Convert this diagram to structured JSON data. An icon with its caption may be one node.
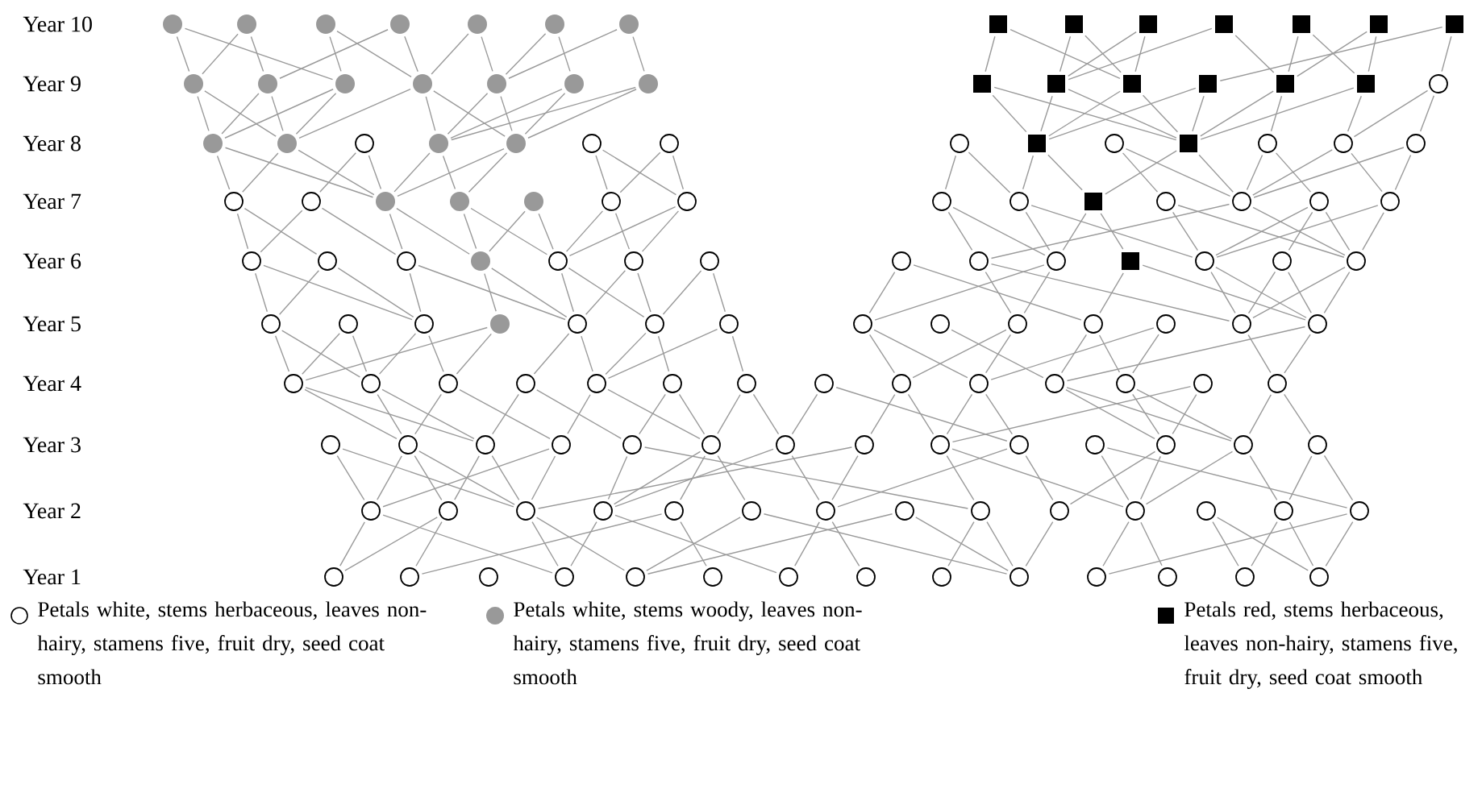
{
  "diagram": {
    "nodes": [
      {
        "text": [],
        "shape": "circle"
      },
      {
        "text": [],
        "shape": "circle"
      },
      {
        "text": [],
        "shape": "circle"
      },
      {
        "text": [],
        "shape": "circle"
      },
      {
        "text": [],
        "shape": "circle"
      },
      {
        "text": [],
        "shape": "circle"
      },
      {
        "text": [],
        "shape": "circle"
      },
      {
        "text": [],
        "shape": "box"
      },
      {
        "text": [],
        "shape": "box"
      },
      {
        "text": [],
        "shape": "box"
      },
      {
        "text": [],
        "shape": "box"
      },
      {
        "text": [],
        "shape": "box"
      },
      {
        "text": [],
        "shape": "box"
      },
      {
        "text": [],
        "shape": "box"
      },
      {
        "text": [],
        "shape": "circle"
      },
      {
        "text": [],
        "shape": "circle"
      },
      {
        "text": [],
        "shape": "circle"
      },
      {
        "text": [],
        "shape": "circle"
      },
      {
        "text": [],
        "shape": "circle"
      },
      {
        "text": [],
        "shape": "circle"
      },
      {
        "text": [],
        "shape": "circle"
      },
      {
        "text": [],
        "shape": "box"
      },
      {
        "text": [],
        "shape": "box"
      },
      {
        "text": [],
        "shape": "box"
      },
      {
        "text": [],
        "shape": "box"
      },
      {
        "text": [],
        "shape": "box"
      },
      {
        "text": [],
        "shape": "box"
      },
      {
        "text": [],
        "shape": "circle"
      },
      {
        "text": [],
        "shape": "circle"
      },
      {
        "text": [],
        "shape": "circle"
      },
      {
        "text": [],
        "shape": "circle"
      },
      {
        "text": [],
        "shape": "circle"
      },
      {
        "text": [],
        "shape": "circle"
      },
      {
        "text": [],
        "shape": "circle"
      },
      {
        "text": [],
        "shape": "circle"
      },
      {
        "text": [],
        "shape": "circle"
      },
      {
        "text": [],
        "shape": "box"
      },
      {
        "text": [],
        "shape": "circle"
      },
      {
        "text": [],
        "shape": "box"
      },
      {
        "text": [],
        "shape": "circle"
      },
      {
        "text": [],
        "shape": "circle"
      },
      {
        "text": [],
        "shape": "circle"
      },
      {
        "text": [],
        "shape": "circle"
      },
      {
        "text": [],
        "shape": "circle"
      },
      {
        "text": [],
        "shape": "circle"
      },
      {
        "text": [],
        "shape": "circle"
      },
      {
        "text": [],
        "shape": "circle"
      },
      {
        "text": [],
        "shape": "circle"
      },
      {
        "text": [],
        "shape": "circle"
      },
      {
        "text": [],
        "shape": "circle"
      },
      {
        "text": [],
        "shape": "circle"
      },
      {
        "text": [],
        "shape": "box"
      },
      {
        "text": [],
        "shape": "circle"
      },
      {
        "text": [],
        "shape": "circle"
      },
      {
        "text": [],
        "shape": "circle"
      },
      {
        "text": [],
        "shape": "circle"
      },
      {
        "text": [],
        "shape": "circle"
      },
      {
        "text": [],
        "shape": "circle"
      },
      {
        "text": [],
        "shape": "circle"
      },
      {
        "text": [],
        "shape": "circle"
      },
      {
        "text": [],
        "shape": "circle"
      },
      {
        "text": [],
        "shape": "circle"
      },
      {
        "text": [],
        "shape": "circle"
      },
      {
        "text": [],
        "shape": "circle"
      },
      {
        "text": [],
        "shape": "circle"
      },
      {
        "text": [],
        "shape": "circle"
      },
      {
        "text": [],
        "shape": "box"
      },
      {
        "text": [],
        "shape": "circle"
      },
      {
        "text": [],
        "shape": "circle"
      },
      {
        "text": [],
        "shape": "circle"
      },
      {
        "text": [],
        "shape": "circle"
      },
      {
        "text": [],
        "shape": "circle"
      },
      {
        "text": [],
        "shape": "circle"
      },
      {
        "text": [],
        "shape": "circle"
      },
      {
        "text": [],
        "shape": "circle"
      },
      {
        "text": [],
        "shape": "circle"
      },
      {
        "text": [],
        "shape": "circle"
      },
      {
        "text": [],
        "shape": "circle"
      },
      {
        "text": [],
        "shape": "circle"
      },
      {
        "text": [],
        "shape": "circle"
      },
      {
        "text": [],
        "shape": "circle"
      },
      {
        "text": [],
        "shape": "circle"
      },
      {
        "text": [],
        "shape": "circle"
      },
      {
        "text": [],
        "shape": "circle"
      },
      {
        "text": [],
        "shape": "circle"
      },
      {
        "text": [],
        "shape": "circle"
      },
      {
        "text": [],
        "shape": "circle"
      },
      {
        "text": [],
        "shape": "circle"
      },
      {
        "text": [],
        "shape": "circle"
      },
      {
        "text": [],
        "shape": "circle"
      },
      {
        "text": [],
        "shape": "circle"
      },
      {
        "text": [],
        "shape": "circle"
      },
      {
        "text": [],
        "shape": "circle"
      },
      {
        "text": [],
        "shape": "circle"
      },
      {
        "text": [],
        "shape": "circle"
      },
      {
        "text": [],
        "shape": "circle"
      },
      {
        "text": [],
        "shape": "circle"
      },
      {
        "text": [],
        "shape": "circle"
      },
      {
        "text": [],
        "shape": "circle"
      },
      {
        "text": [],
        "shape": "circle"
      },
      {
        "text": [],
        "shape": "circle"
      },
      {
        "text": [],
        "shape": "circle"
      },
      {
        "text": [],
        "shape": "circle"
      },
      {
        "text": [],
        "shape": "circle"
      },
      {
        "text": [],
        "shape": "circle"
      },
      {
        "text": [],
        "shape": "circle"
      },
      {
        "text": [],
        "shape": "circle"
      },
      {
        "text": [],
        "shape": "circle"
      },
      {
        "text": [],
        "shape": "circle"
      },
      {
        "text": [],
        "shape": "circle"
      },
      {
        "text": [],
        "shape": "circle"
      },
      {
        "text": [],
        "shape": "circle"
      },
      {
        "text": [],
        "shape": "circle"
      },
      {
        "text": [],
        "shape": "circle"
      },
      {
        "text": [],
        "shape": "circle"
      },
      {
        "text": [],
        "shape": "circle"
      },
      {
        "text": [],
        "shape": "circle"
      },
      {
        "text": [],
        "shape": "circle"
      },
      {
        "text": [],
        "shape": "circle"
      },
      {
        "text": [],
        "shape": "circle"
      },
      {
        "text": [],
        "shape": "circle"
      },
      {
        "text": [],
        "shape": "circle"
      },
      {
        "text": [],
        "shape": "circle"
      },
      {
        "text": [],
        "shape": "circle"
      },
      {
        "text": [],
        "shape": "circle"
      },
      {
        "text": [],
        "shape": "circle"
      },
      {
        "text": [],
        "shape": "circle"
      },
      {
        "text": [],
        "shape": "circle"
      },
      {
        "text": [],
        "shape": "circle"
      },
      {
        "text": [],
        "shape": "circle"
      },
      {
        "text": [],
        "shape": "circle"
      },
      {
        "text": [],
        "shape": "circle"
      },
      {
        "text": [],
        "shape": "circle"
      },
      {
        "text": [],
        "shape": "circle"
      },
      {
        "text": [],
        "shape": "circle"
      },
      {
        "text": [],
        "shape": "circle"
      },
      {
        "text": [],
        "shape": "circle"
      },
      {
        "text": [],
        "shape": "circle"
      },
      {
        "text": [],
        "shape": "circle"
      },
      {
        "text": [],
        "shape": "circle"
      }
    ],
    "edges": [
      {
        "from": 0,
        "to": 14,
        "arrow": "none"
      },
      {
        "from": 0,
        "to": 16,
        "arrow": "none"
      },
      {
        "from": 1,
        "to": 14,
        "arrow": "none"
      },
      {
        "from": 1,
        "to": 15,
        "arrow": "none"
      },
      {
        "from": 2,
        "to": 16,
        "arrow": "none"
      },
      {
        "from": 2,
        "to": 17,
        "arrow": "none"
      },
      {
        "from": 3,
        "to": 15,
        "arrow": "none"
      },
      {
        "from": 3,
        "to": 17,
        "arrow": "none"
      },
      {
        "from": 4,
        "to": 17,
        "arrow": "none"
      },
      {
        "from": 4,
        "to": 18,
        "arrow": "none"
      },
      {
        "from": 5,
        "to": 18,
        "arrow": "none"
      },
      {
        "from": 5,
        "to": 19,
        "arrow": "none"
      },
      {
        "from": 6,
        "to": 18,
        "arrow": "none"
      },
      {
        "from": 6,
        "to": 20,
        "arrow": "none"
      },
      {
        "from": 7,
        "to": 21,
        "arrow": "none"
      },
      {
        "from": 7,
        "to": 23,
        "arrow": "none"
      },
      {
        "from": 8,
        "to": 22,
        "arrow": "none"
      },
      {
        "from": 8,
        "to": 23,
        "arrow": "none"
      },
      {
        "from": 9,
        "to": 22,
        "arrow": "none"
      },
      {
        "from": 9,
        "to": 23,
        "arrow": "none"
      },
      {
        "from": 10,
        "to": 22,
        "arrow": "none"
      },
      {
        "from": 10,
        "to": 25,
        "arrow": "none"
      },
      {
        "from": 11,
        "to": 25,
        "arrow": "none"
      },
      {
        "from": 11,
        "to": 26,
        "arrow": "none"
      },
      {
        "from": 12,
        "to": 25,
        "arrow": "none"
      },
      {
        "from": 12,
        "to": 26,
        "arrow": "none"
      },
      {
        "from": 13,
        "to": 24,
        "arrow": "none"
      },
      {
        "from": 13,
        "to": 27,
        "arrow": "none"
      },
      {
        "from": 14,
        "to": 28,
        "arrow": "none"
      },
      {
        "from": 14,
        "to": 29,
        "arrow": "none"
      },
      {
        "from": 15,
        "to": 28,
        "arrow": "none"
      },
      {
        "from": 15,
        "to": 29,
        "arrow": "none"
      },
      {
        "from": 16,
        "to": 29,
        "arrow": "none"
      },
      {
        "from": 16,
        "to": 28,
        "arrow": "none"
      },
      {
        "from": 17,
        "to": 29,
        "arrow": "none"
      },
      {
        "from": 17,
        "to": 31,
        "arrow": "none"
      },
      {
        "from": 17,
        "to": 32,
        "arrow": "none"
      },
      {
        "from": 18,
        "to": 31,
        "arrow": "none"
      },
      {
        "from": 18,
        "to": 32,
        "arrow": "none"
      },
      {
        "from": 19,
        "to": 31,
        "arrow": "none"
      },
      {
        "from": 19,
        "to": 32,
        "arrow": "none"
      },
      {
        "from": 20,
        "to": 31,
        "arrow": "none"
      },
      {
        "from": 20,
        "to": 32,
        "arrow": "none"
      },
      {
        "from": 21,
        "to": 36,
        "arrow": "none"
      },
      {
        "from": 21,
        "to": 38,
        "arrow": "none"
      },
      {
        "from": 22,
        "to": 36,
        "arrow": "none"
      },
      {
        "from": 22,
        "to": 38,
        "arrow": "none"
      },
      {
        "from": 23,
        "to": 36,
        "arrow": "none"
      },
      {
        "from": 23,
        "to": 38,
        "arrow": "none"
      },
      {
        "from": 24,
        "to": 36,
        "arrow": "none"
      },
      {
        "from": 24,
        "to": 38,
        "arrow": "none"
      },
      {
        "from": 25,
        "to": 39,
        "arrow": "none"
      },
      {
        "from": 25,
        "to": 38,
        "arrow": "none"
      },
      {
        "from": 26,
        "to": 38,
        "arrow": "none"
      },
      {
        "from": 26,
        "to": 40,
        "arrow": "none"
      },
      {
        "from": 27,
        "to": 40,
        "arrow": "none"
      },
      {
        "from": 27,
        "to": 41,
        "arrow": "none"
      },
      {
        "from": 28,
        "to": 42,
        "arrow": "none"
      },
      {
        "from": 28,
        "to": 44,
        "arrow": "none"
      },
      {
        "from": 29,
        "to": 42,
        "arrow": "none"
      },
      {
        "from": 29,
        "to": 44,
        "arrow": "none"
      },
      {
        "from": 30,
        "to": 43,
        "arrow": "none"
      },
      {
        "from": 30,
        "to": 44,
        "arrow": "none"
      },
      {
        "from": 31,
        "to": 44,
        "arrow": "none"
      },
      {
        "from": 31,
        "to": 45,
        "arrow": "none"
      },
      {
        "from": 32,
        "to": 44,
        "arrow": "none"
      },
      {
        "from": 32,
        "to": 45,
        "arrow": "none"
      },
      {
        "from": 33,
        "to": 47,
        "arrow": "none"
      },
      {
        "from": 33,
        "to": 48,
        "arrow": "none"
      },
      {
        "from": 34,
        "to": 47,
        "arrow": "none"
      },
      {
        "from": 34,
        "to": 48,
        "arrow": "none"
      },
      {
        "from": 35,
        "to": 49,
        "arrow": "none"
      },
      {
        "from": 35,
        "to": 50,
        "arrow": "none"
      },
      {
        "from": 36,
        "to": 50,
        "arrow": "none"
      },
      {
        "from": 36,
        "to": 51,
        "arrow": "none"
      },
      {
        "from": 37,
        "to": 53,
        "arrow": "none"
      },
      {
        "from": 37,
        "to": 52,
        "arrow": "none"
      },
      {
        "from": 38,
        "to": 51,
        "arrow": "none"
      },
      {
        "from": 38,
        "to": 53,
        "arrow": "none"
      },
      {
        "from": 39,
        "to": 53,
        "arrow": "none"
      },
      {
        "from": 39,
        "to": 54,
        "arrow": "none"
      },
      {
        "from": 40,
        "to": 53,
        "arrow": "none"
      },
      {
        "from": 40,
        "to": 55,
        "arrow": "none"
      },
      {
        "from": 41,
        "to": 53,
        "arrow": "none"
      },
      {
        "from": 41,
        "to": 55,
        "arrow": "none"
      },
      {
        "from": 42,
        "to": 56,
        "arrow": "none"
      },
      {
        "from": 42,
        "to": 57,
        "arrow": "none"
      },
      {
        "from": 43,
        "to": 56,
        "arrow": "none"
      },
      {
        "from": 43,
        "to": 58,
        "arrow": "none"
      },
      {
        "from": 44,
        "to": 58,
        "arrow": "none"
      },
      {
        "from": 44,
        "to": 59,
        "arrow": "none"
      },
      {
        "from": 45,
        "to": 59,
        "arrow": "none"
      },
      {
        "from": 45,
        "to": 60,
        "arrow": "none"
      },
      {
        "from": 46,
        "to": 59,
        "arrow": "none"
      },
      {
        "from": 46,
        "to": 60,
        "arrow": "none"
      },
      {
        "from": 47,
        "to": 60,
        "arrow": "none"
      },
      {
        "from": 47,
        "to": 61,
        "arrow": "none"
      },
      {
        "from": 48,
        "to": 60,
        "arrow": "none"
      },
      {
        "from": 48,
        "to": 61,
        "arrow": "none"
      },
      {
        "from": 49,
        "to": 64,
        "arrow": "none"
      },
      {
        "from": 49,
        "to": 65,
        "arrow": "none"
      },
      {
        "from": 50,
        "to": 65,
        "arrow": "none"
      },
      {
        "from": 50,
        "to": 67,
        "arrow": "none"
      },
      {
        "from": 51,
        "to": 65,
        "arrow": "none"
      },
      {
        "from": 51,
        "to": 66,
        "arrow": "none"
      },
      {
        "from": 52,
        "to": 67,
        "arrow": "none"
      },
      {
        "from": 52,
        "to": 69,
        "arrow": "none"
      },
      {
        "from": 53,
        "to": 64,
        "arrow": "none"
      },
      {
        "from": 53,
        "to": 69,
        "arrow": "none"
      },
      {
        "from": 54,
        "to": 67,
        "arrow": "none"
      },
      {
        "from": 54,
        "to": 68,
        "arrow": "none"
      },
      {
        "from": 54,
        "to": 69,
        "arrow": "none"
      },
      {
        "from": 55,
        "to": 69,
        "arrow": "none"
      },
      {
        "from": 55,
        "to": 67,
        "arrow": "none"
      },
      {
        "from": 56,
        "to": 70,
        "arrow": "none"
      },
      {
        "from": 56,
        "to": 72,
        "arrow": "none"
      },
      {
        "from": 57,
        "to": 70,
        "arrow": "none"
      },
      {
        "from": 57,
        "to": 72,
        "arrow": "none"
      },
      {
        "from": 58,
        "to": 72,
        "arrow": "none"
      },
      {
        "from": 58,
        "to": 74,
        "arrow": "none"
      },
      {
        "from": 59,
        "to": 73,
        "arrow": "none"
      },
      {
        "from": 59,
        "to": 74,
        "arrow": "none"
      },
      {
        "from": 60,
        "to": 74,
        "arrow": "none"
      },
      {
        "from": 60,
        "to": 75,
        "arrow": "none"
      },
      {
        "from": 61,
        "to": 74,
        "arrow": "none"
      },
      {
        "from": 61,
        "to": 75,
        "arrow": "none"
      },
      {
        "from": 62,
        "to": 75,
        "arrow": "none"
      },
      {
        "from": 62,
        "to": 76,
        "arrow": "none"
      },
      {
        "from": 63,
        "to": 77,
        "arrow": "none"
      },
      {
        "from": 63,
        "to": 80,
        "arrow": "none"
      },
      {
        "from": 64,
        "to": 82,
        "arrow": "none"
      },
      {
        "from": 64,
        "to": 79,
        "arrow": "none"
      },
      {
        "from": 65,
        "to": 77,
        "arrow": "none"
      },
      {
        "from": 65,
        "to": 79,
        "arrow": "none"
      },
      {
        "from": 66,
        "to": 80,
        "arrow": "none"
      },
      {
        "from": 66,
        "to": 83,
        "arrow": "none"
      },
      {
        "from": 67,
        "to": 82,
        "arrow": "none"
      },
      {
        "from": 67,
        "to": 83,
        "arrow": "none"
      },
      {
        "from": 68,
        "to": 82,
        "arrow": "none"
      },
      {
        "from": 68,
        "to": 83,
        "arrow": "none"
      },
      {
        "from": 69,
        "to": 82,
        "arrow": "none"
      },
      {
        "from": 69,
        "to": 83,
        "arrow": "none"
      },
      {
        "from": 70,
        "to": 84,
        "arrow": "none"
      },
      {
        "from": 70,
        "to": 85,
        "arrow": "none"
      },
      {
        "from": 71,
        "to": 84,
        "arrow": "none"
      },
      {
        "from": 71,
        "to": 85,
        "arrow": "none"
      },
      {
        "from": 72,
        "to": 85,
        "arrow": "none"
      },
      {
        "from": 72,
        "to": 86,
        "arrow": "none"
      },
      {
        "from": 73,
        "to": 84,
        "arrow": "none"
      },
      {
        "from": 73,
        "to": 86,
        "arrow": "none"
      },
      {
        "from": 74,
        "to": 87,
        "arrow": "none"
      },
      {
        "from": 74,
        "to": 88,
        "arrow": "none"
      },
      {
        "from": 75,
        "to": 88,
        "arrow": "none"
      },
      {
        "from": 75,
        "to": 89,
        "arrow": "none"
      },
      {
        "from": 76,
        "to": 88,
        "arrow": "none"
      },
      {
        "from": 76,
        "to": 90,
        "arrow": "none"
      },
      {
        "from": 77,
        "to": 92,
        "arrow": "none"
      },
      {
        "from": 77,
        "to": 93,
        "arrow": "none"
      },
      {
        "from": 78,
        "to": 94,
        "arrow": "none"
      },
      {
        "from": 79,
        "to": 92,
        "arrow": "none"
      },
      {
        "from": 79,
        "to": 93,
        "arrow": "none"
      },
      {
        "from": 80,
        "to": 94,
        "arrow": "none"
      },
      {
        "from": 80,
        "to": 95,
        "arrow": "none"
      },
      {
        "from": 81,
        "to": 93,
        "arrow": "none"
      },
      {
        "from": 81,
        "to": 95,
        "arrow": "none"
      },
      {
        "from": 82,
        "to": 97,
        "arrow": "none"
      },
      {
        "from": 83,
        "to": 94,
        "arrow": "none"
      },
      {
        "from": 83,
        "to": 97,
        "arrow": "none"
      },
      {
        "from": 84,
        "to": 99,
        "arrow": "none"
      },
      {
        "from": 84,
        "to": 100,
        "arrow": "none"
      },
      {
        "from": 85,
        "to": 99,
        "arrow": "none"
      },
      {
        "from": 85,
        "to": 100,
        "arrow": "none"
      },
      {
        "from": 86,
        "to": 99,
        "arrow": "none"
      },
      {
        "from": 86,
        "to": 101,
        "arrow": "none"
      },
      {
        "from": 87,
        "to": 100,
        "arrow": "none"
      },
      {
        "from": 87,
        "to": 102,
        "arrow": "none"
      },
      {
        "from": 88,
        "to": 101,
        "arrow": "none"
      },
      {
        "from": 88,
        "to": 103,
        "arrow": "none"
      },
      {
        "from": 89,
        "to": 102,
        "arrow": "none"
      },
      {
        "from": 89,
        "to": 103,
        "arrow": "none"
      },
      {
        "from": 90,
        "to": 103,
        "arrow": "none"
      },
      {
        "from": 90,
        "to": 104,
        "arrow": "none"
      },
      {
        "from": 91,
        "to": 104,
        "arrow": "none"
      },
      {
        "from": 91,
        "to": 107,
        "arrow": "none"
      },
      {
        "from": 92,
        "to": 105,
        "arrow": "none"
      },
      {
        "from": 92,
        "to": 106,
        "arrow": "none"
      },
      {
        "from": 93,
        "to": 106,
        "arrow": "none"
      },
      {
        "from": 93,
        "to": 107,
        "arrow": "none"
      },
      {
        "from": 94,
        "to": 109,
        "arrow": "none"
      },
      {
        "from": 94,
        "to": 110,
        "arrow": "none"
      },
      {
        "from": 95,
        "to": 109,
        "arrow": "none"
      },
      {
        "from": 95,
        "to": 110,
        "arrow": "none"
      },
      {
        "from": 96,
        "to": 106,
        "arrow": "none"
      },
      {
        "from": 96,
        "to": 109,
        "arrow": "none"
      },
      {
        "from": 97,
        "to": 110,
        "arrow": "none"
      },
      {
        "from": 97,
        "to": 111,
        "arrow": "none"
      },
      {
        "from": 98,
        "to": 112,
        "arrow": "none"
      },
      {
        "from": 98,
        "to": 114,
        "arrow": "none"
      },
      {
        "from": 99,
        "to": 112,
        "arrow": "none"
      },
      {
        "from": 99,
        "to": 113,
        "arrow": "none"
      },
      {
        "from": 99,
        "to": 114,
        "arrow": "none"
      },
      {
        "from": 100,
        "to": 113,
        "arrow": "none"
      },
      {
        "from": 100,
        "to": 114,
        "arrow": "none"
      },
      {
        "from": 101,
        "to": 112,
        "arrow": "none"
      },
      {
        "from": 101,
        "to": 114,
        "arrow": "none"
      },
      {
        "from": 102,
        "to": 115,
        "arrow": "none"
      },
      {
        "from": 102,
        "to": 120,
        "arrow": "none"
      },
      {
        "from": 103,
        "to": 115,
        "arrow": "none"
      },
      {
        "from": 103,
        "to": 116,
        "arrow": "none"
      },
      {
        "from": 103,
        "to": 117,
        "arrow": "none"
      },
      {
        "from": 104,
        "to": 115,
        "arrow": "none"
      },
      {
        "from": 104,
        "to": 118,
        "arrow": "none"
      },
      {
        "from": 105,
        "to": 114,
        "arrow": "none"
      },
      {
        "from": 105,
        "to": 118,
        "arrow": "none"
      },
      {
        "from": 106,
        "to": 120,
        "arrow": "none"
      },
      {
        "from": 106,
        "to": 122,
        "arrow": "none"
      },
      {
        "from": 107,
        "to": 118,
        "arrow": "none"
      },
      {
        "from": 107,
        "to": 121,
        "arrow": "none"
      },
      {
        "from": 108,
        "to": 122,
        "arrow": "none"
      },
      {
        "from": 108,
        "to": 125,
        "arrow": "none"
      },
      {
        "from": 109,
        "to": 121,
        "arrow": "none"
      },
      {
        "from": 109,
        "to": 122,
        "arrow": "none"
      },
      {
        "from": 110,
        "to": 122,
        "arrow": "none"
      },
      {
        "from": 110,
        "to": 124,
        "arrow": "none"
      },
      {
        "from": 111,
        "to": 124,
        "arrow": "none"
      },
      {
        "from": 111,
        "to": 125,
        "arrow": "none"
      },
      {
        "from": 112,
        "to": 126,
        "arrow": "none"
      },
      {
        "from": 112,
        "to": 129,
        "arrow": "none"
      },
      {
        "from": 113,
        "to": 126,
        "arrow": "none"
      },
      {
        "from": 113,
        "to": 127,
        "arrow": "none"
      },
      {
        "from": 114,
        "to": 129,
        "arrow": "none"
      },
      {
        "from": 114,
        "to": 130,
        "arrow": "none"
      },
      {
        "from": 115,
        "to": 129,
        "arrow": "none"
      },
      {
        "from": 115,
        "to": 132,
        "arrow": "none"
      },
      {
        "from": 116,
        "to": 127,
        "arrow": "none"
      },
      {
        "from": 116,
        "to": 131,
        "arrow": "none"
      },
      {
        "from": 117,
        "to": 130,
        "arrow": "none"
      },
      {
        "from": 117,
        "to": 135,
        "arrow": "none"
      },
      {
        "from": 118,
        "to": 132,
        "arrow": "none"
      },
      {
        "from": 118,
        "to": 133,
        "arrow": "none"
      },
      {
        "from": 119,
        "to": 130,
        "arrow": "none"
      },
      {
        "from": 119,
        "to": 135,
        "arrow": "none"
      },
      {
        "from": 120,
        "to": 134,
        "arrow": "none"
      },
      {
        "from": 120,
        "to": 135,
        "arrow": "none"
      },
      {
        "from": 121,
        "to": 135,
        "arrow": "none"
      },
      {
        "from": 122,
        "to": 136,
        "arrow": "none"
      },
      {
        "from": 122,
        "to": 137,
        "arrow": "none"
      },
      {
        "from": 123,
        "to": 138,
        "arrow": "none"
      },
      {
        "from": 123,
        "to": 139,
        "arrow": "none"
      },
      {
        "from": 124,
        "to": 138,
        "arrow": "none"
      },
      {
        "from": 124,
        "to": 139,
        "arrow": "none"
      },
      {
        "from": 125,
        "to": 136,
        "arrow": "none"
      },
      {
        "from": 125,
        "to": 139,
        "arrow": "none"
      }
    ],
    "labels": [
      "Year 10",
      "Year 9",
      "Year 8",
      "Year 7",
      "Year 6",
      "Year 5",
      "Year 4",
      "Year 3",
      "Year 2",
      "Year 1"
    ],
    "legend": [
      {
        "text": "Petals white, stems herbaceous, leaves non-hairy, stamens five, fruit dry, seed coat smooth"
      },
      {
        "text": "Petals white, stems woody, leaves non-hairy, stamens five, fruit dry, seed coat smooth",
        "color": "#999999"
      },
      {
        "text": "Petals red, stems herbaceous, leaves non-hairy, stamens five, fruit dry, seed coat smooth",
        "color": "#000000"
      }
    ]
  }
}
